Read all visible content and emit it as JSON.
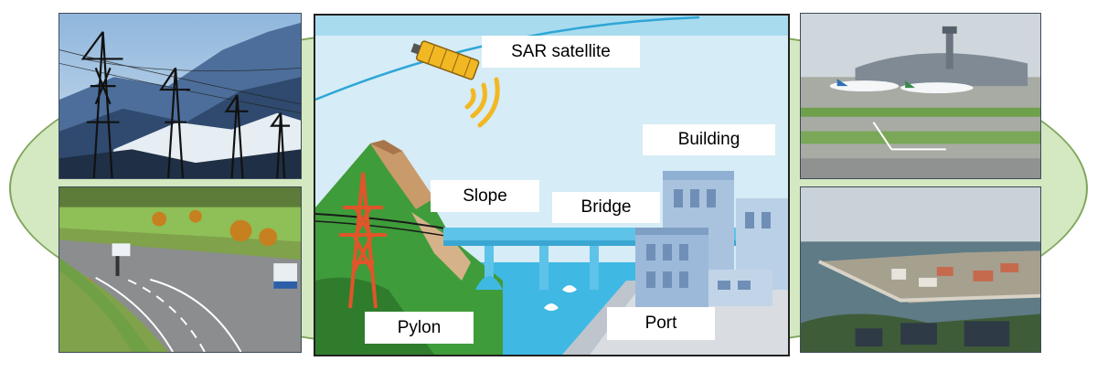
{
  "labels": {
    "sar_satellite": "SAR satellite",
    "building": "Building",
    "slope": "Slope",
    "bridge": "Bridge",
    "pylon": "Pylon",
    "port": "Port"
  },
  "photos": {
    "top_left": "pylon-photo",
    "bottom_left": "highway-photo",
    "top_right": "airport-photo",
    "bottom_right": "harbor-photo"
  },
  "colors": {
    "ellipse_fill": "#d4e8c1",
    "ellipse_stroke": "#7ea65a",
    "sky": "#d6ecf6",
    "water": "#3fb8e4",
    "pylon": "#e0552a",
    "satellite": "#f2b824",
    "slope_green": "#3f9c3a",
    "building": "#a9c3df"
  }
}
